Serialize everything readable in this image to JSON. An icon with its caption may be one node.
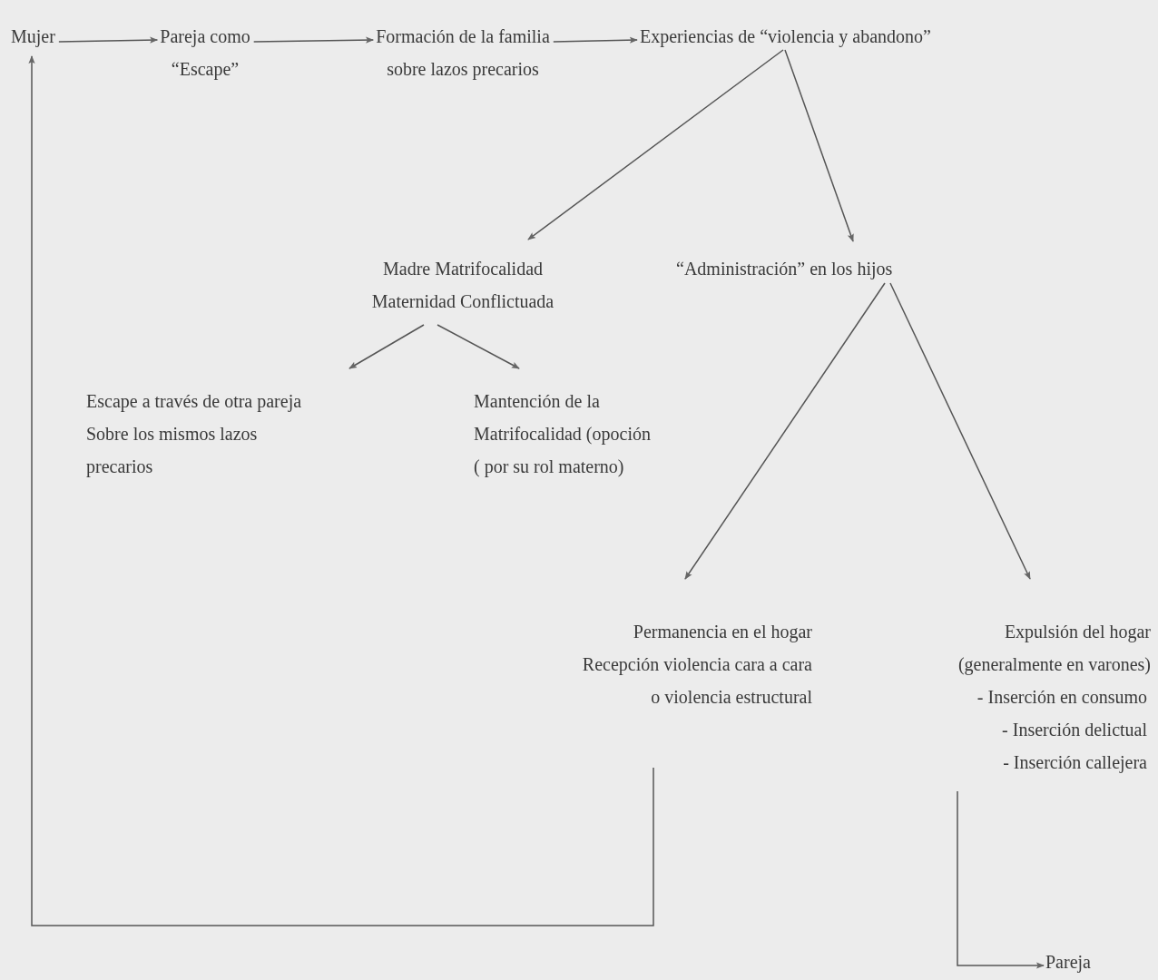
{
  "diagram": {
    "nodes": [
      {
        "text": [
          "Mujer"
        ]
      },
      {
        "text": [
          "Pareja como “Escape”"
        ]
      },
      {
        "text": [
          "Formación de la familia sobre lazos precarios"
        ]
      },
      {
        "text": [
          "Experiencias de “violencia y abandono”"
        ]
      },
      {
        "text": [
          "Madre Matrifocalidad Maternidad Conflictuada"
        ]
      },
      {
        "text": [
          "“Administración” en los hijos"
        ]
      },
      {
        "text": [
          "Escape a través de otra pareja Sobre los mismos lazos precarios"
        ]
      },
      {
        "text": [
          "Mantención de la Matrifocalidad (opoción ( por su rol materno)"
        ]
      },
      {
        "text": [
          "Permanencia en el hogar Recepción violencia cara a cara o violencia estructural"
        ]
      },
      {
        "text": [
          "Expulsión del hogar (generalmente en varones)",
          "- Inserción en consumo",
          "- Inserción delictual",
          "- Inserción callejera"
        ]
      },
      {
        "text": [
          "Pareja"
        ]
      }
    ],
    "edges": [
      {
        "from": 0,
        "to": 1,
        "arrow": "to"
      },
      {
        "from": 1,
        "to": 2,
        "arrow": "to"
      },
      {
        "from": 2,
        "to": 3,
        "arrow": "to"
      },
      {
        "from": 3,
        "to": 4,
        "arrow": "to"
      },
      {
        "from": 3,
        "to": 5,
        "arrow": "to"
      },
      {
        "from": 4,
        "to": 6,
        "arrow": "to"
      },
      {
        "from": 4,
        "to": 7,
        "arrow": "to"
      },
      {
        "from": 5,
        "to": 8,
        "arrow": "to"
      },
      {
        "from": 5,
        "to": 9,
        "arrow": "to"
      },
      {
        "from": 8,
        "to": 0,
        "arrow": "to"
      },
      {
        "from": 9,
        "to": 10,
        "arrow": "to"
      }
    ]
  }
}
